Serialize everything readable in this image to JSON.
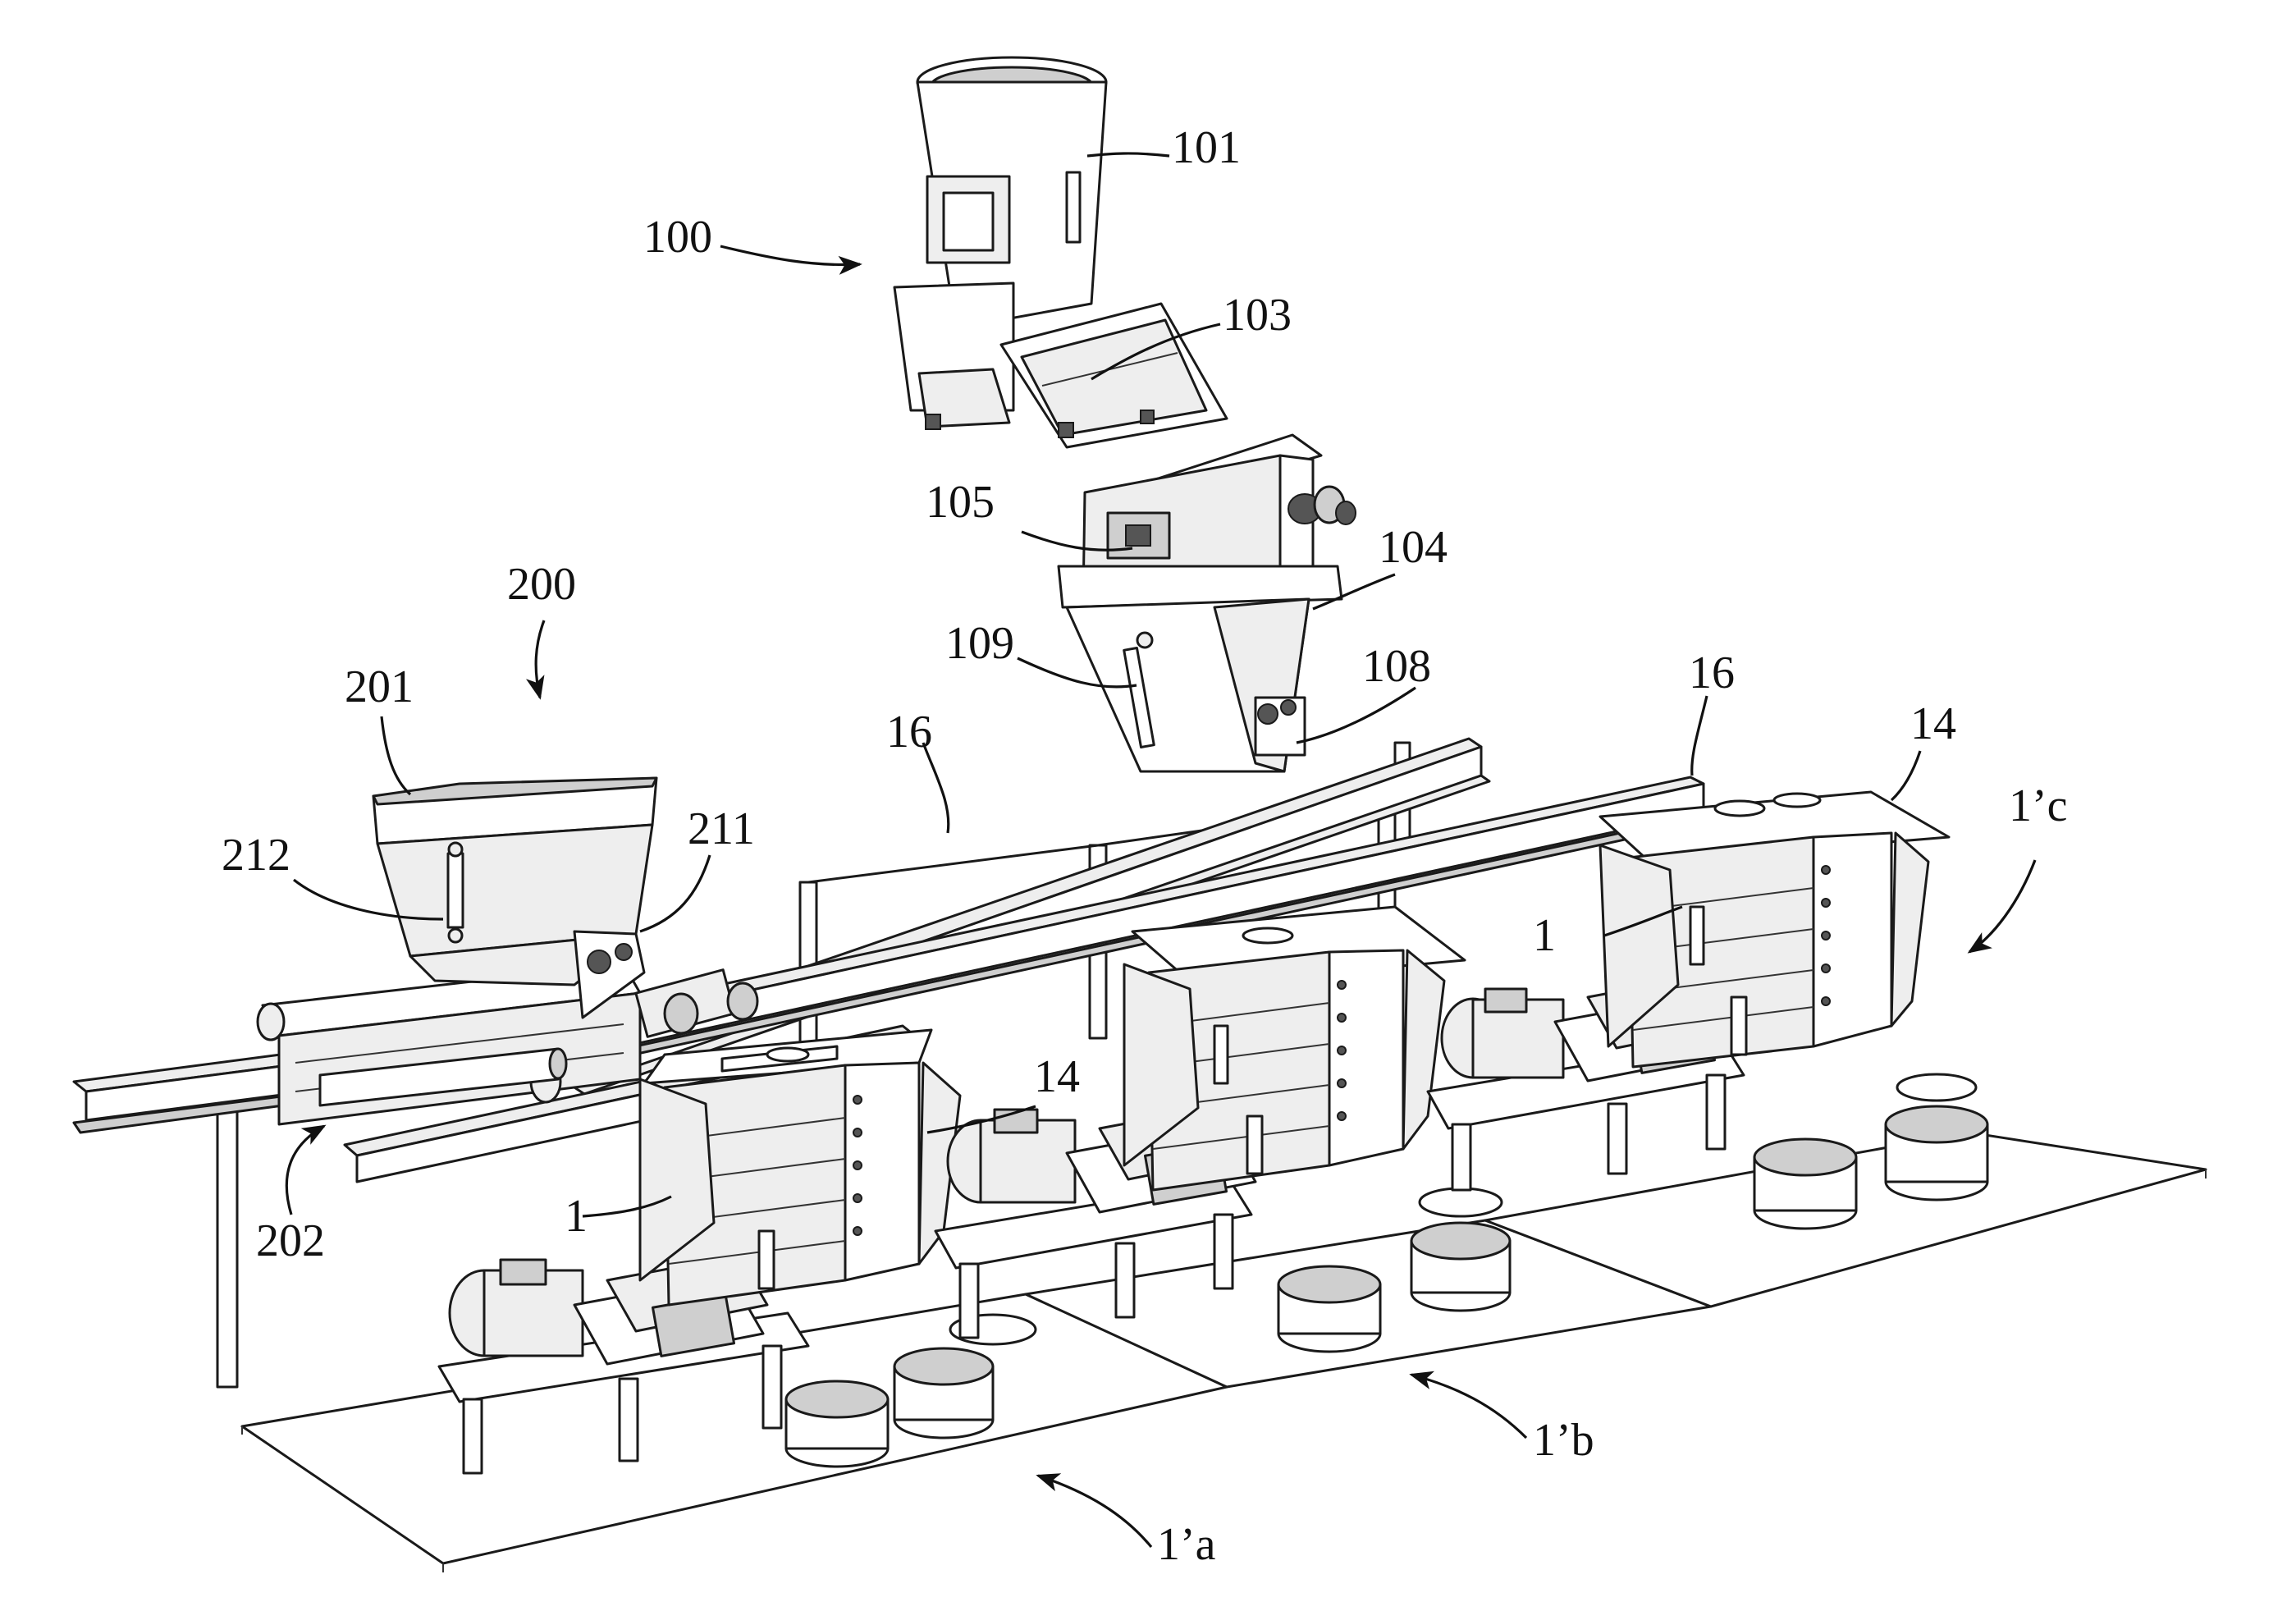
{
  "labels": {
    "l100": "100",
    "l101": "101",
    "l103": "103",
    "l104": "104",
    "l105": "105",
    "l108": "108",
    "l109": "109",
    "l200": "200",
    "l201": "201",
    "l202": "202",
    "l211": "211",
    "l212": "212",
    "l16a": "16",
    "l16b": "16",
    "l14a": "14",
    "l14b": "14",
    "l1a": "1",
    "l1b": "1",
    "l1pa": "1’a",
    "l1pb": "1’b",
    "l1pc": "1’c"
  }
}
